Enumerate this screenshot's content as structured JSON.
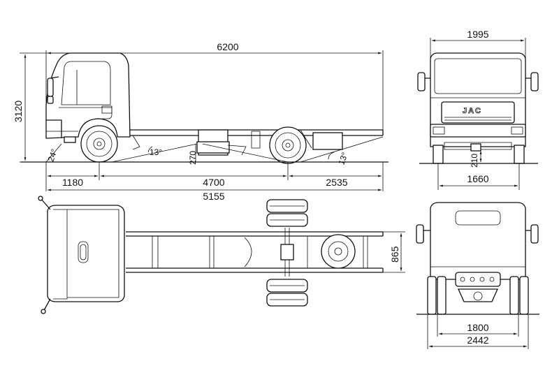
{
  "brand_logo": "JAC",
  "side_view": {
    "overall_length": "6200",
    "height": "3120",
    "front_overhang": "1180",
    "wheelbase": "4700",
    "rear_overhang": "2535",
    "total_length": "5155",
    "approach_angle": "24°",
    "ramp_angle_front": "13°",
    "ground_clearance": "270",
    "departure_angle": "13°"
  },
  "front_view": {
    "overall_width": "1995",
    "front_track": "1660",
    "ground_clearance": "210"
  },
  "top_view": {
    "frame_width": "865"
  },
  "rear_view": {
    "rear_track": "1800",
    "overall_width": "2442"
  }
}
